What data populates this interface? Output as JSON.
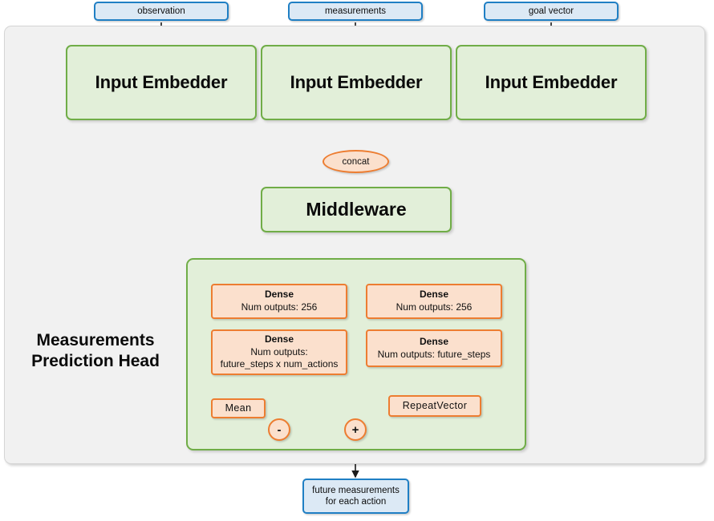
{
  "diagram": {
    "title": "Measurements Prediction Head",
    "colors": {
      "panel_bg": "#f1f1f1",
      "green_fill": "#e2efd9",
      "green_stroke": "#70ad47",
      "orange_fill": "#fbe0cd",
      "orange_stroke": "#ed7d31",
      "blue_fill": "#dce9f5",
      "blue_stroke": "#1f7fc4",
      "wire": "#1a1a1a"
    }
  },
  "inputs": [
    {
      "label": "observation"
    },
    {
      "label": "measurements"
    },
    {
      "label": "goal vector"
    }
  ],
  "embedders": [
    {
      "label": "Input Embedder"
    },
    {
      "label": "Input Embedder"
    },
    {
      "label": "Input Embedder"
    }
  ],
  "concat": {
    "label": "concat"
  },
  "middleware": {
    "label": "Middleware"
  },
  "head": {
    "title_line1": "Measurements",
    "title_line2": "Prediction Head",
    "left_branch": {
      "dense1": {
        "title": "Dense",
        "sub": "Num outputs: 256"
      },
      "dense2": {
        "title": "Dense",
        "sub_line1": "Num outputs:",
        "sub_line2": "future_steps x num_actions"
      },
      "mean": {
        "label": "Mean"
      },
      "op": {
        "label": "-"
      }
    },
    "right_branch": {
      "dense1": {
        "title": "Dense",
        "sub": "Num outputs: 256"
      },
      "dense2": {
        "title": "Dense",
        "sub_line1": "Num outputs: future_steps"
      },
      "repeat_vector": {
        "label": "RepeatVector"
      }
    },
    "merge_op": {
      "label": "+"
    }
  },
  "output": {
    "line1": "future measurements",
    "line2": "for each action"
  }
}
